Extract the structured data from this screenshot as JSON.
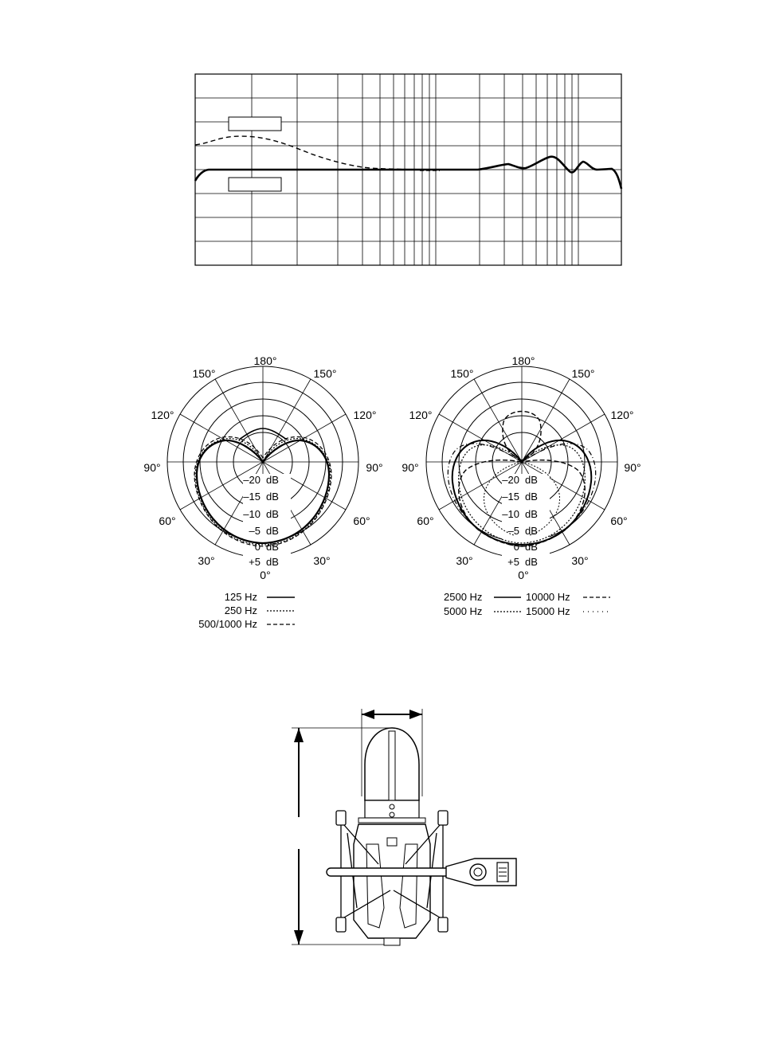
{
  "frequency_response": {
    "labels": {
      "upper_box": "",
      "lower_box": ""
    }
  },
  "polar_left": {
    "angle_labels": [
      "180°",
      "150°",
      "150°",
      "120°",
      "120°",
      "90°",
      "90°",
      "60°",
      "60°",
      "30°",
      "30°",
      "0°"
    ],
    "db_labels": [
      "–20",
      "–15",
      "–10",
      "–5",
      "0",
      "+5"
    ],
    "db_unit": "dB",
    "legend": [
      {
        "freq": "125 Hz",
        "style": "solid"
      },
      {
        "freq": "250 Hz",
        "style": "dotted"
      },
      {
        "freq": "500/1000 Hz",
        "style": "dashed"
      }
    ]
  },
  "polar_right": {
    "angle_labels": [
      "180°",
      "150°",
      "150°",
      "120°",
      "120°",
      "90°",
      "90°",
      "60°",
      "60°",
      "30°",
      "30°",
      "0°"
    ],
    "db_labels": [
      "–20",
      "–15",
      "–10",
      "–5",
      "0",
      "+5"
    ],
    "db_unit": "dB",
    "legend": [
      {
        "freq": "2500 Hz",
        "style": "solid"
      },
      {
        "freq": "10000 Hz",
        "style": "dashed"
      },
      {
        "freq": "5000 Hz",
        "style": "dotted"
      },
      {
        "freq": "15000 Hz",
        "style": "dashdot"
      }
    ]
  },
  "dimension_drawing": {
    "subject": "microphone in shock mount with width and height dimension arrows"
  }
}
